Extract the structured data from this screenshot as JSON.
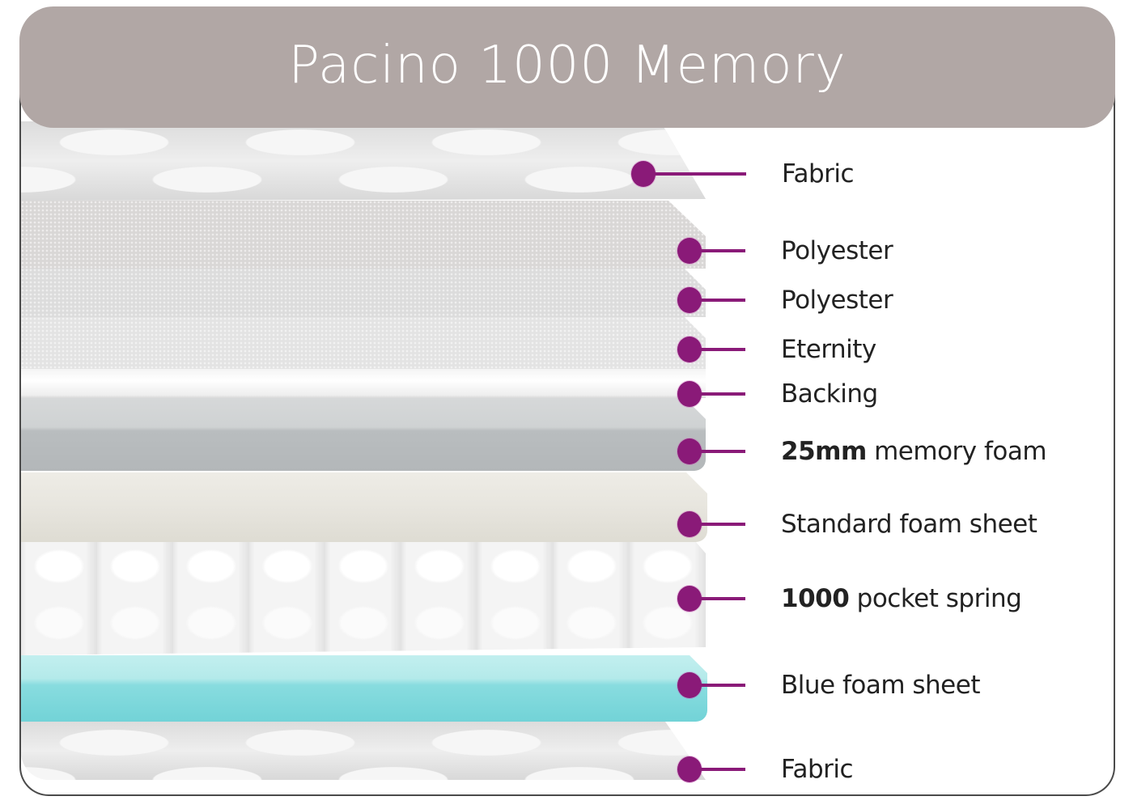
{
  "header": {
    "title": "Pacino 1000 Memory",
    "background": "#b1a7a5"
  },
  "accent_color": "#8a1a78",
  "layers": [
    {
      "name": "Fabric",
      "bold": "",
      "rest": "Fabric"
    },
    {
      "name": "Polyester",
      "bold": "",
      "rest": "Polyester"
    },
    {
      "name": "Polyester",
      "bold": "",
      "rest": "Polyester"
    },
    {
      "name": "Eternity",
      "bold": "",
      "rest": "Eternity"
    },
    {
      "name": "Backing",
      "bold": "",
      "rest": "Backing"
    },
    {
      "name": "25mm memory foam",
      "bold": "25mm",
      "rest": " memory foam"
    },
    {
      "name": "Standard foam sheet",
      "bold": "",
      "rest": "Standard foam sheet"
    },
    {
      "name": "1000 pocket spring",
      "bold": "1000",
      "rest": " pocket spring"
    },
    {
      "name": "Blue foam sheet",
      "bold": "",
      "rest": "Blue foam sheet"
    },
    {
      "name": "Fabric",
      "bold": "",
      "rest": "Fabric"
    }
  ]
}
